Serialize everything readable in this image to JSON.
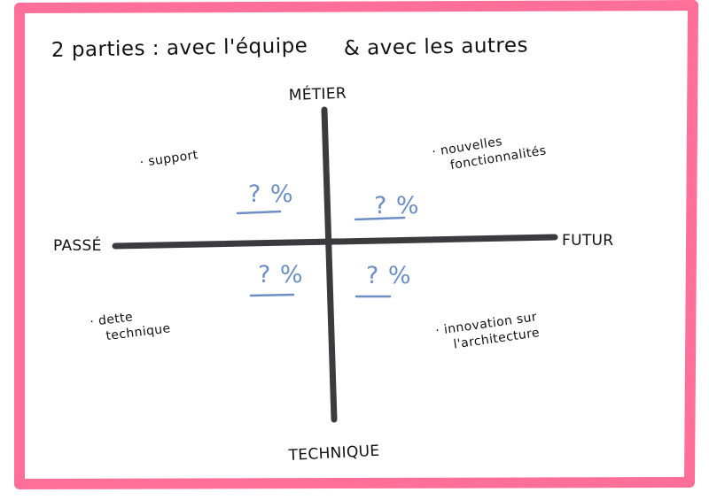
{
  "colors": {
    "frame": "#ff6f9a",
    "axis": "#3b3b3f",
    "ink": "#111111",
    "percent": "#6b8fc5"
  },
  "title": {
    "part1": "2 parties : avec l'équipe",
    "part2": "& avec les autres"
  },
  "axes": {
    "top": "MÉTIER",
    "bottom": "TECHNIQUE",
    "left": "PASSÉ",
    "right": "FUTUR"
  },
  "quadrants": {
    "top_left": {
      "note_lines": [
        "· support"
      ],
      "percent": "? %"
    },
    "top_right": {
      "note_lines": [
        "· nouvelles",
        "fonctionnalités"
      ],
      "percent": "? %"
    },
    "bottom_left": {
      "note_lines": [
        "· dette",
        "technique"
      ],
      "percent": "? %"
    },
    "bottom_right": {
      "note_lines": [
        "· innovation sur",
        "l'architecture"
      ],
      "percent": "? %"
    }
  }
}
